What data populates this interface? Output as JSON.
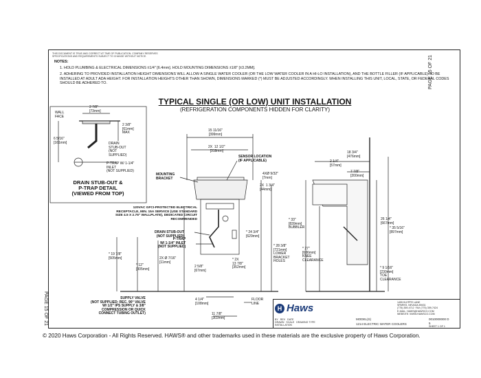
{
  "header": {
    "disclaimer_line1": "THIS DOCUMENT IS TRUE AND CORRECT AT TIME OF PUBLICATION. COMPANY RESERVES",
    "disclaimer_line2": "SPECIFICATIONS AND REQUIREMENTS SUBJECT TO CHANGE WITHOUT NOTICE."
  },
  "notes": {
    "heading": "NOTES:",
    "note1": "1.  HOLD PLUMBING & ELECTRICAL DIMENSIONS ±1/4\" [6.4mm].  HOLD MOUNTING DIMENSIONS ±1/8\" [±3.2MM].",
    "note2": "2.  ADHERING TO PROVIDED INSTALLATION HEIGHT DIMENSIONS WILL ALLOW A SINGLE WATER COOLER (OR THE LOW WATER COOLER IN A HI-LO INSTALLATION), AND THE BOTTLE FILLER (IF APPLICABLE) TO BE INSTALLED AT ADULT ADA HEIGHT.  FOR INSTALLATION HEIGHTS OTHER THAN SHOWN, DIMENSIONS MARKED (*) MUST BE ADJUSTED ACCORDINGLY.  WHEN INSTALLING THIS UNIT, LOCAL, STATE, OR FEDERAL CODES SHOULD BE ADHERED TO."
  },
  "title": "TYPICAL SINGLE (OR LOW) UNIT INSTALLATION",
  "subtitle": "(REFRIGERATION COMPONENTS HIDDEN FOR CLARITY)",
  "page_label": "PAGE 15 OF 21",
  "detail": {
    "wall_face": "WALL\nFACE",
    "dim_2_7_8": "2 7/8\"\n[73mm]",
    "dim_2_3_8": "2 3/8\"\n[61mm]\nMAX",
    "dim_6_5_16": "6 5/16\"\n[161mm]",
    "drain": "DRAIN\nSTUB-OUT\n(NOT\nSUPPLIED)",
    "ptrap": "P-TRAP W/ 1-1/4\"\nINLET\n(NOT SUPPLIED)",
    "caption": "DRAIN STUB-OUT &\nP-TRAP DETAIL\n(VIEWED FROM TOP)"
  },
  "front": {
    "w_15_11_16": "15 11/16\"\n[399mm]",
    "w_2x_12_1_2": "2X  12 1/2\"\n[318mm]",
    "sensor": "SENSOR LOCATION\n(IF APPLICABLE)",
    "mounting_bracket": "MOUNTING\nBRACKET",
    "hole_4x": "4XØ 9/32\"\n[7mm]",
    "dim_2x_1_3_4": "2X  1 3/4\"\n[44mm]",
    "electrical": "120VAC GFCI-PROTECTED ELECTRICAL\nRECEPTACLE, MIN. 15A SERVICE (USE STANDARD\nSIZE 4.5 X 2.75\" WALLPLATE), DEDICATED CIRCUIT\nRECOMMENDED",
    "drain_stub": "DRAIN STUB-OUT\n(NOT SUPPLIED)",
    "ptrap": "P-TRAP\nW/ 1-1/4\" INLET\n(NOT SUPPLIED)",
    "dim_24_3_4": "* 24 3/4\"\n[629mm]",
    "dim_28_3_8": "* 28 3/8\"\n[721mm]\nLOWER\nBRACKET\nHOLES",
    "dim_19_7_8": "* 19 7/8\"\n[505mm]",
    "dim_12": "* 12\"\n[305mm]",
    "dim_2x_7_16": "2X Ø 7/16\"\n[11mm]",
    "dim_2x_13_7_8": "* 2X\n13 7/8\"\n[352mm]",
    "dim_2_5_8": "2 5/8\"\n[67mm]",
    "dim_4_1_4": "4 1/4\"\n[108mm]",
    "dim_11_7_8": "11 7/8\"\n[302mm]",
    "supply": "SUPPLY VALVE\n(NOT SUPPLIED; REC. 90° VALVE\nW/ 1/2\" IPS SUPPLY & 3/8\"\nCOMPRESSION OR QUICK\nCONNECT TUBING OUTLET)",
    "floor": "FLOOR\nLINE"
  },
  "side_view": {
    "dim_18_3_4": "18 3/4\"\n[476mm]",
    "dim_2_1_4": "2 1/4\"\n[57mm]",
    "dim_7_7_8": "7 7/8\"\n[200mm]",
    "dim_33": "* 33\"\n[839mm]\nBUBBLER",
    "dim_27": "* 27\"\n[686mm]\nKNEE\nCLEARANCE",
    "dim_26_1_4": "26 1/4\"\n[667mm]",
    "dim_35_5_16": "* 35 5/16\"\n[897mm]",
    "dim_9_1_16": "* 9 1/16\"\n[230mm]\nTOE\nCLEARANCE"
  },
  "title_block": {
    "brand": "Haws",
    "address": "1455 KLEPPE LANE\nSPARKS, NEVADA 89431\n(775) 359-4712  FAX (775) 359-7424\nE-MAIL: HAWS@HAWSCO.COM\nWEBSITE: WWW.HAWSCO.COM",
    "model_label": "MODEL(S)",
    "description": "1214 ELECTRIC WATER COOLERS",
    "doc_no": "0010000000 D",
    "rev": "5",
    "sheet": "SHEET 1 OF 1",
    "labels": "BY   REV   DATE\nDRAWN   SCALE   DRAWING TYPE\nINSTALLATION"
  },
  "footer": "© 2020 Haws Corporation - All Rights Reserved.  HAWS® and other trademarks used in these materials are the exclusive property of Haws Corporation.",
  "colors": {
    "ink": "#111111",
    "brand": "#1c3c7a"
  }
}
